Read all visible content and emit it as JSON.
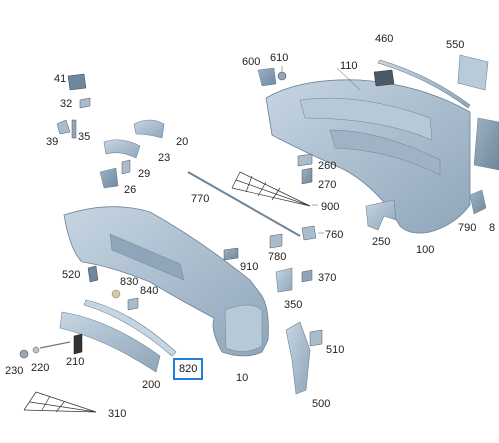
{
  "diagram": {
    "highlight_color": "#1f7fd6",
    "part_color": "#a9bccc",
    "selected_part": "820",
    "callouts": [
      {
        "id": "c41",
        "label": "41"
      },
      {
        "id": "c32",
        "label": "32"
      },
      {
        "id": "c39",
        "label": "39"
      },
      {
        "id": "c35",
        "label": "35"
      },
      {
        "id": "c20",
        "label": "20"
      },
      {
        "id": "c23",
        "label": "23"
      },
      {
        "id": "c29",
        "label": "29"
      },
      {
        "id": "c26",
        "label": "26"
      },
      {
        "id": "c600",
        "label": "600"
      },
      {
        "id": "c610",
        "label": "610"
      },
      {
        "id": "c460",
        "label": "460"
      },
      {
        "id": "c550",
        "label": "550"
      },
      {
        "id": "c110",
        "label": "110"
      },
      {
        "id": "c260",
        "label": "260"
      },
      {
        "id": "c270",
        "label": "270"
      },
      {
        "id": "c770",
        "label": "770"
      },
      {
        "id": "c900",
        "label": "900"
      },
      {
        "id": "c760",
        "label": "760"
      },
      {
        "id": "c250",
        "label": "250"
      },
      {
        "id": "c100",
        "label": "100"
      },
      {
        "id": "c790",
        "label": "790"
      },
      {
        "id": "c8x",
        "label": "8"
      },
      {
        "id": "c520",
        "label": "520"
      },
      {
        "id": "c830",
        "label": "830"
      },
      {
        "id": "c840",
        "label": "840"
      },
      {
        "id": "c910",
        "label": "910"
      },
      {
        "id": "c780",
        "label": "780"
      },
      {
        "id": "c370",
        "label": "370"
      },
      {
        "id": "c350",
        "label": "350"
      },
      {
        "id": "c510",
        "label": "510"
      },
      {
        "id": "c210",
        "label": "210"
      },
      {
        "id": "c230",
        "label": "230"
      },
      {
        "id": "c220",
        "label": "220"
      },
      {
        "id": "c200",
        "label": "200"
      },
      {
        "id": "c820",
        "label": "820"
      },
      {
        "id": "c10",
        "label": "10"
      },
      {
        "id": "c500",
        "label": "500"
      },
      {
        "id": "c310",
        "label": "310"
      }
    ]
  }
}
